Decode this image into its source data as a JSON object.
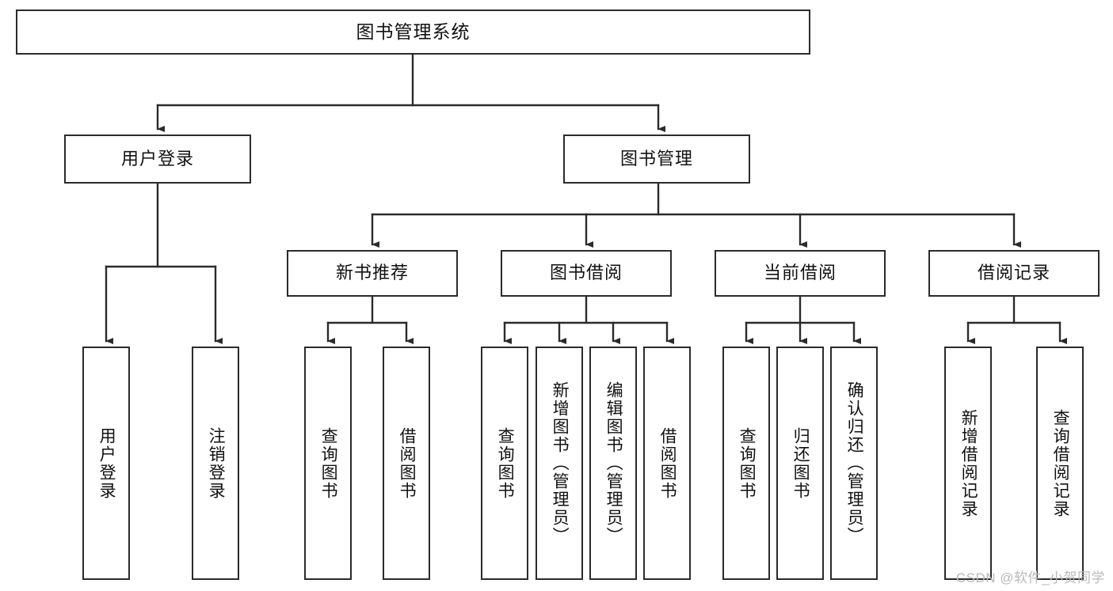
{
  "diagram": {
    "type": "tree-hierarchy",
    "title": "图书管理系统",
    "orientation": "top-down",
    "colors": {
      "box_border": "#2b2b2b",
      "box_fill": "#ffffff",
      "edge": "#2b2b2b",
      "text": "#111111",
      "watermark": "#b9b9b9",
      "background": "#ffffff"
    },
    "root": {
      "label": "图书管理系统"
    },
    "level1": [
      {
        "label": "用户登录"
      },
      {
        "label": "图书管理"
      }
    ],
    "level2": [
      {
        "label": "新书推荐"
      },
      {
        "label": "图书借阅"
      },
      {
        "label": "当前借阅"
      },
      {
        "label": "借阅记录"
      }
    ],
    "leaves": {
      "user_login": [
        {
          "label": "用户登录"
        },
        {
          "label": "注销登录"
        }
      ],
      "new_book": [
        {
          "label": "查询图书"
        },
        {
          "label": "借阅图书"
        }
      ],
      "book_borrow": [
        {
          "label": "查询图书"
        },
        {
          "label": "新增图书（管理员）"
        },
        {
          "label": "编辑图书（管理员）"
        },
        {
          "label": "借阅图书"
        }
      ],
      "current_borrow": [
        {
          "label": "查询图书"
        },
        {
          "label": "归还图书"
        },
        {
          "label": "确认归还（管理员）"
        }
      ],
      "borrow_record": [
        {
          "label": "新增借阅记录"
        },
        {
          "label": "查询借阅记录"
        }
      ]
    }
  },
  "watermark": {
    "text": "CSDN @软件_小贺同学"
  }
}
